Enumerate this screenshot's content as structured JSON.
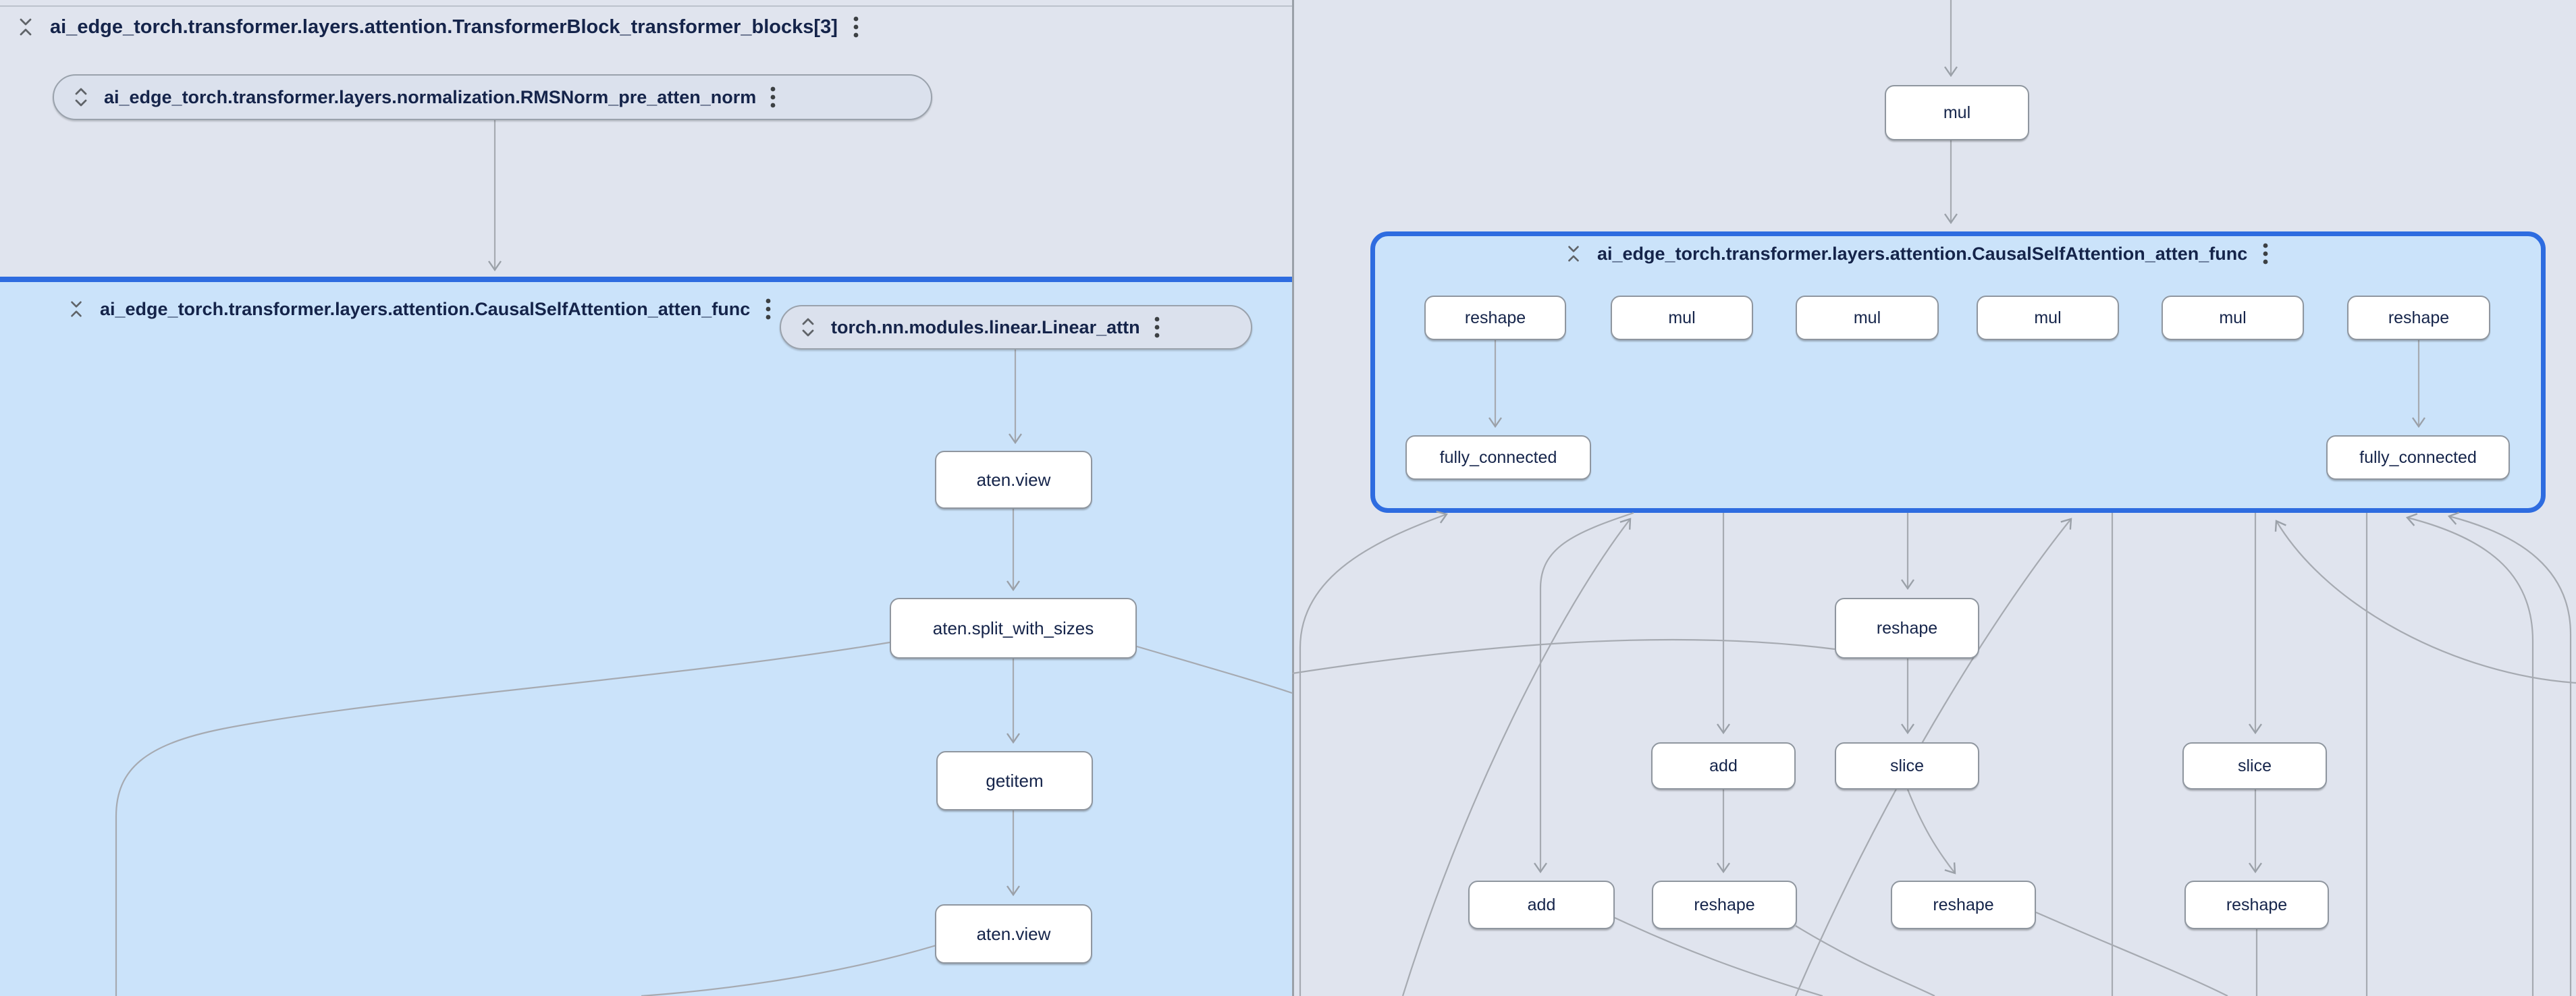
{
  "colors": {
    "canvas": "#e0e4ee",
    "selected_group_fill": "#cbe3fa",
    "selected_group_border": "#2e6ce0",
    "node_fill": "#ffffff",
    "node_border": "#8f969f",
    "edge": "#a6aab1",
    "text": "#15244a"
  },
  "left_pane": {
    "transformer_block_header": {
      "label": "ai_edge_torch.transformer.layers.attention.TransformerBlock_transformer_blocks[3]",
      "collapse_icon": "unfold-less-icon",
      "menu_icon": "kebab-menu-icon"
    },
    "rmsnorm_pill": {
      "label": "ai_edge_torch.transformer.layers.normalization.RMSNorm_pre_atten_norm",
      "expand_icon": "unfold-more-icon",
      "menu_icon": "kebab-menu-icon"
    },
    "attention_group_header": {
      "label": "ai_edge_torch.transformer.layers.attention.CausalSelfAttention_atten_func",
      "collapse_icon": "unfold-less-icon",
      "menu_icon": "kebab-menu-icon"
    },
    "linear_pill": {
      "label": "torch.nn.modules.linear.Linear_attn",
      "expand_icon": "unfold-more-icon",
      "menu_icon": "kebab-menu-icon"
    },
    "ops": {
      "view1": "aten.view",
      "split": "aten.split_with_sizes",
      "getitem": "getitem",
      "view2": "aten.view"
    }
  },
  "right_pane": {
    "top_op": "mul",
    "attention_group_header": {
      "label": "ai_edge_torch.transformer.layers.attention.CausalSelfAttention_atten_func",
      "collapse_icon": "unfold-less-icon",
      "menu_icon": "kebab-menu-icon"
    },
    "row1": [
      "reshape",
      "mul",
      "mul",
      "mul",
      "mul",
      "reshape"
    ],
    "row2": [
      "fully_connected",
      "fully_connected"
    ],
    "mid_op": "reshape",
    "row3": [
      "add",
      "slice",
      "slice"
    ],
    "row4": [
      "add",
      "reshape",
      "reshape",
      "reshape"
    ]
  }
}
